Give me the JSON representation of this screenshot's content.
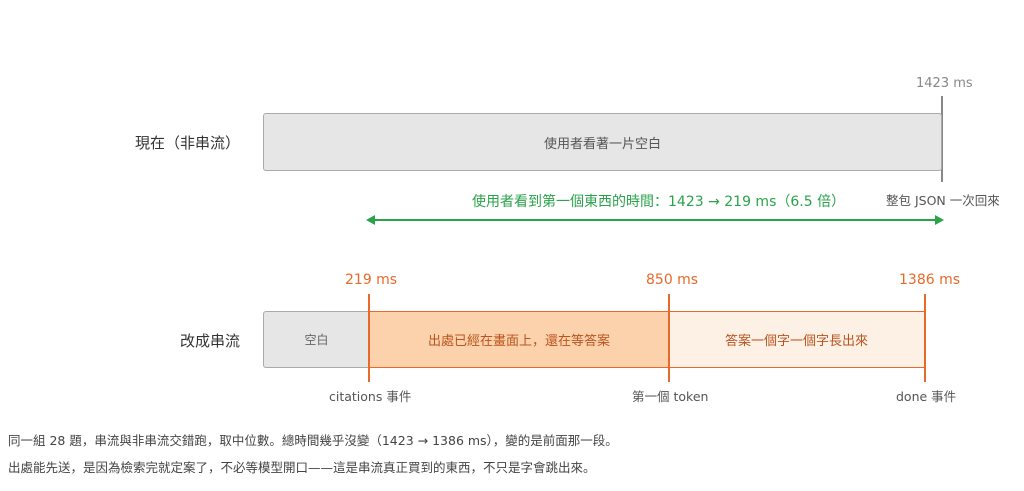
{
  "row1": {
    "label": "現在（非串流）",
    "bar_text": "使用者看著一片空白",
    "time_label": "1423 ms",
    "end_caption": "整包 JSON 一次回來",
    "colors": {
      "bar_fill": "#e6e6e6",
      "bar_border": "#aaaaaa"
    }
  },
  "comparison": {
    "text": "使用者看到第一個東西的時間：1423 → 219 ms（6.5 倍）",
    "color": "#2aa34a"
  },
  "row2": {
    "label": "改成串流",
    "times": {
      "t1": "219 ms",
      "t2": "850 ms",
      "t3": "1386 ms"
    },
    "segments": {
      "blank": "空白",
      "loading": "出處已經在畫面上，還在等答案",
      "streaming": "答案一個字一個字長出來"
    },
    "events": {
      "citations": "citations 事件",
      "first_token": "第一個 token",
      "done": "done 事件"
    },
    "colors": {
      "accent": "#e8692a",
      "loading_fill": "#fbd2ab",
      "streaming_fill": "#fdf1e6",
      "blank_fill": "#e6e6e6"
    }
  },
  "notes": {
    "line1": "同一組 28 題，串流與非串流交錯跑，取中位數。總時間幾乎沒變（1423 → 1386 ms），變的是前面那一段。",
    "line2": "出處能先送，是因為檢索完就定案了，不必等模型開口——這是串流真正買到的東西，不只是字會跳出來。"
  }
}
